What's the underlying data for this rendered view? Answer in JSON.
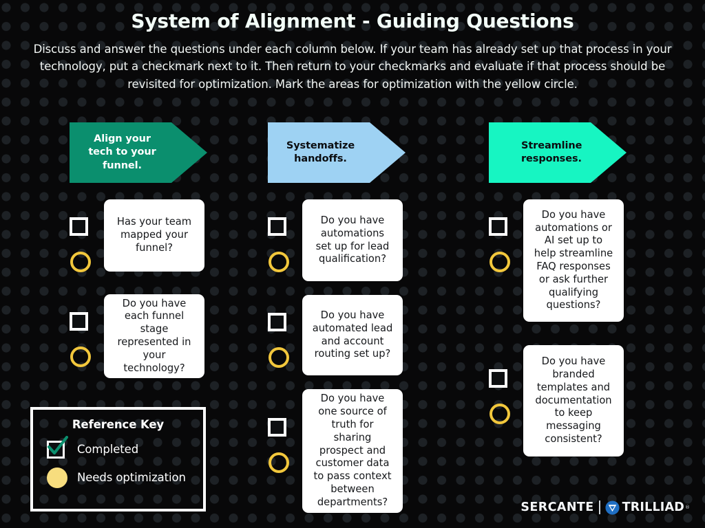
{
  "header": {
    "title": "System of Alignment - Guiding Questions",
    "subtitle": "Discuss and answer the questions under each column below. If your team has already set up that process in your technology, put a checkmark next to it. Then return to your checkmarks and evaluate if that process should be revisited for optimization. Mark the areas for optimization with the yellow circle."
  },
  "colors": {
    "background": "#080809",
    "dot_pattern": "#1d2125",
    "column_1_accent": "#0b8f6e",
    "column_2_accent": "#9ed2f3",
    "column_3_accent": "#17f5c2",
    "card": "#ffffff",
    "checkbox_outline": "#ffffff",
    "circle_outline": "#f2c73c",
    "key_dot_fill": "#f7dd7e",
    "checkmark": "#0b8f6e"
  },
  "columns": [
    {
      "banner_label": "Align your tech to your funnel.",
      "questions": [
        {
          "text": "Has your team mapped your funnel?"
        },
        {
          "text": "Do you have each funnel stage represented in your technology?"
        }
      ]
    },
    {
      "banner_label": "Systematize handoffs.",
      "questions": [
        {
          "text": "Do you have automations set up for lead qualification?"
        },
        {
          "text": "Do you have automated lead and account routing set up?"
        },
        {
          "text": "Do you have one source of truth for sharing prospect and customer data to pass context between departments?"
        }
      ]
    },
    {
      "banner_label": "Streamline responses.",
      "questions": [
        {
          "text": "Do you have automations or AI set up to help streamline FAQ responses or ask further qualifying questions?"
        },
        {
          "text": "Do you have branded templates and documentation to keep messaging consistent?"
        }
      ]
    }
  ],
  "reference_key": {
    "title": "Reference Key",
    "items": [
      {
        "label": "Completed",
        "swatch": "checked-checkbox-icon"
      },
      {
        "label": "Needs optimization",
        "swatch": "filled-yellow-circle-icon"
      }
    ]
  },
  "logo": {
    "primary": "SERCANTE",
    "secondary": "TRILLIAD",
    "trademark": "®",
    "mark": "trilliad-circle-icon"
  }
}
